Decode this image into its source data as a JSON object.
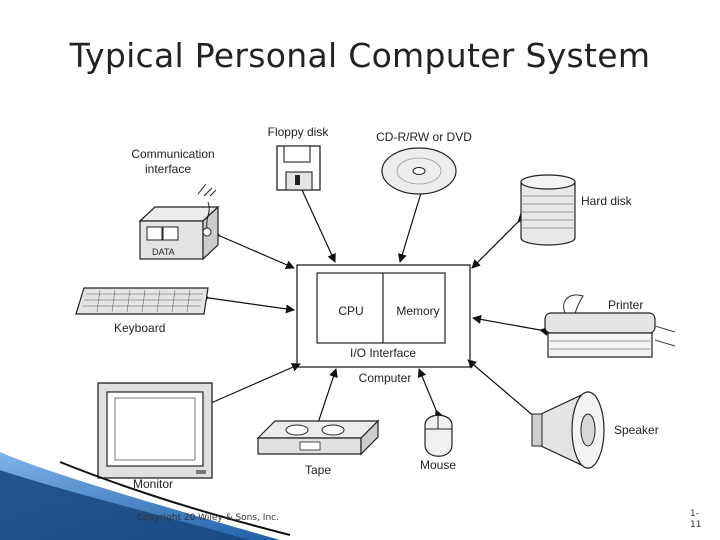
{
  "slide": {
    "title": "Typical Personal Computer System",
    "footer": "Copyright 20   Wiley & Sons, Inc.",
    "page_number_line1": "1-",
    "page_number_line2": "11"
  },
  "diagram": {
    "computer": {
      "label": "Computer",
      "cpu": "CPU",
      "memory": "Memory",
      "io": "I/O Interface"
    },
    "devices": {
      "floppy": "Floppy disk",
      "cdrom": "CD-R/RW or DVD",
      "harddisk": "Hard disk",
      "printer": "Printer",
      "speaker": "Speaker",
      "mouse": "Mouse",
      "tape": "Tape",
      "monitor": "Monitor",
      "keyboard": "Keyboard",
      "comm_line1": "Communication",
      "comm_line2": "interface",
      "data": "DATA"
    }
  },
  "colors": {
    "arrow": "#111111",
    "device_fill": "#e4e4e4",
    "accent_blue": "#2e6fb5"
  }
}
